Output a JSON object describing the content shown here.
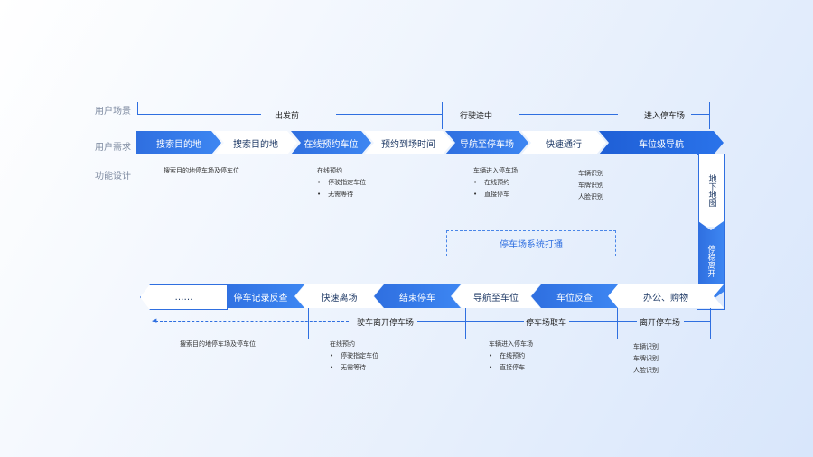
{
  "row_labels": {
    "scene": "用户场景",
    "need": "用户需求",
    "design": "功能设计"
  },
  "phases_top": [
    "出发前",
    "行驶途中",
    "进入停车场"
  ],
  "top_chevrons": [
    "搜索目的地",
    "搜索目的地",
    "在线预约车位",
    "预约到场时间",
    "导航至停车场",
    "快速通行",
    "车位级导航"
  ],
  "right_vertical": [
    "地下地图",
    "停稳离开"
  ],
  "bottom_chevrons": [
    "办公、购物",
    "车位反查",
    "导航至车位",
    "结束停车",
    "快速离场",
    "停车记录反查",
    "……"
  ],
  "phases_bottom": [
    "驶车离开停车场",
    "停车场取车",
    "离开停车场"
  ],
  "center_label": "停车场系统打通",
  "top_notes": {
    "n1": [
      "搜索目的地停车场及停车位"
    ],
    "n2_head": "在线预约",
    "n2_items": [
      "停驶指定车位",
      "无需等待"
    ],
    "n3_head": "车辆进入停车场",
    "n3_items": [
      "在线预约",
      "直接停车"
    ],
    "n4": [
      "车辆识别",
      "车牌识别",
      "人脸识别"
    ]
  },
  "bottom_notes": {
    "n1": [
      "搜索目的地停车场及停车位"
    ],
    "n2_head": "在线预约",
    "n2_items": [
      "停驶指定车位",
      "无需等待"
    ],
    "n3_head": "车辆进入停车场",
    "n3_items": [
      "在线预约",
      "直接停车"
    ],
    "n4": [
      "车辆识别",
      "车牌识别",
      "人脸识别"
    ]
  }
}
